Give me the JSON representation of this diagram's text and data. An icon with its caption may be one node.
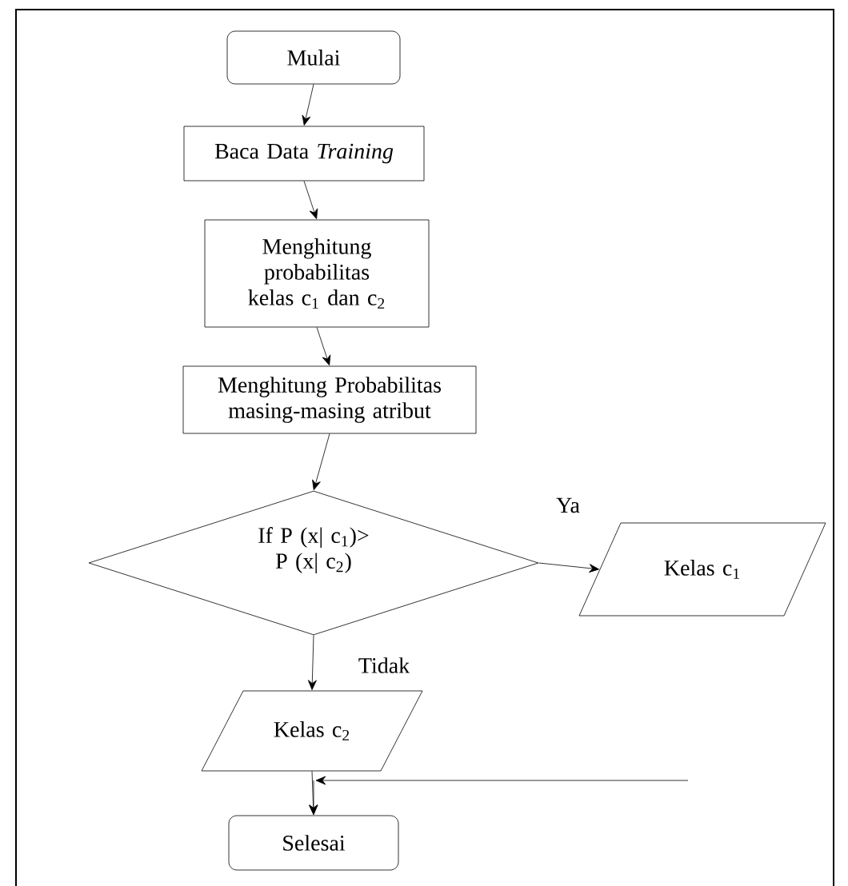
{
  "diagram": {
    "nodes": [
      {
        "text": [
          "Mulai"
        ]
      },
      {
        "text": [
          "Baca Data *Training*"
        ]
      },
      {
        "text": [
          "Menghitung probabilitas kelas c$_{1}$ dan c$_{2}$"
        ]
      },
      {
        "text": [
          "Menghitung Probabilitas masing-masing atribut"
        ]
      },
      {
        "text": [
          "If P (x| c$_{1}$)> P (x| c$_{2}$)"
        ]
      },
      {
        "text": [
          "Kelas c$_{1}$"
        ]
      },
      {
        "text": [
          "Kelas c$_{2}$"
        ]
      },
      {
        "text": [
          "Selesai"
        ]
      }
    ],
    "edges": [
      {
        "from": 0,
        "to": 1,
        "arrow": "to"
      },
      {
        "from": 1,
        "to": 2,
        "arrow": "to"
      },
      {
        "from": 2,
        "to": 3,
        "arrow": "to"
      },
      {
        "from": 3,
        "to": 4,
        "arrow": "to"
      },
      {
        "from": 4,
        "to": 5,
        "arrow": "to",
        "label": "Ya"
      },
      {
        "from": 4,
        "to": 6,
        "arrow": "to",
        "label": "Tidak"
      },
      {
        "from": 6,
        "to": 7,
        "arrow": "to"
      },
      {
        "from": null,
        "to": 7,
        "arrow": "to"
      }
    ]
  }
}
